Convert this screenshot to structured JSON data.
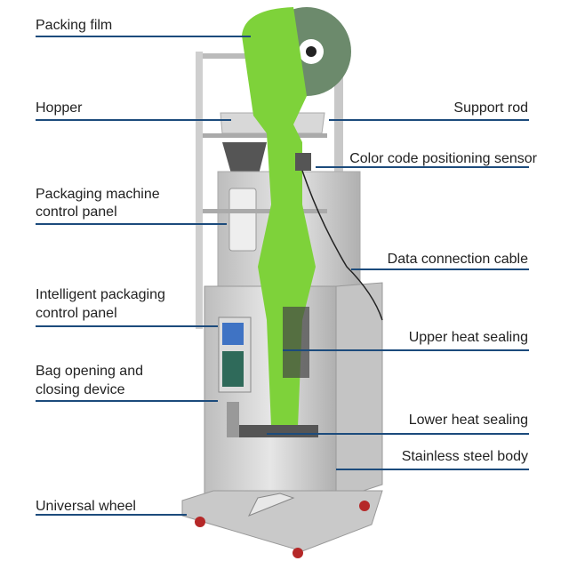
{
  "colors": {
    "leader_line": "#1c4b7c",
    "film": "#7ed23a",
    "steel": "#d2d2d2",
    "wheel": "#b52828"
  },
  "labels": {
    "packing_film": "Packing film",
    "hopper": "Hopper",
    "packaging_panel_1": "Packaging machine",
    "packaging_panel_2": "control panel",
    "intelligent_panel_1": "Intelligent packaging",
    "intelligent_panel_2": "control panel",
    "bag_device_1": "Bag opening and",
    "bag_device_2": "closing device",
    "universal_wheel": "Universal wheel",
    "support_rod": "Support rod",
    "color_sensor": "Color code positioning sensor",
    "data_cable": "Data connection cable",
    "upper_heat": "Upper heat sealing",
    "lower_heat": "Lower heat sealing",
    "steel_body": "Stainless steel body"
  }
}
